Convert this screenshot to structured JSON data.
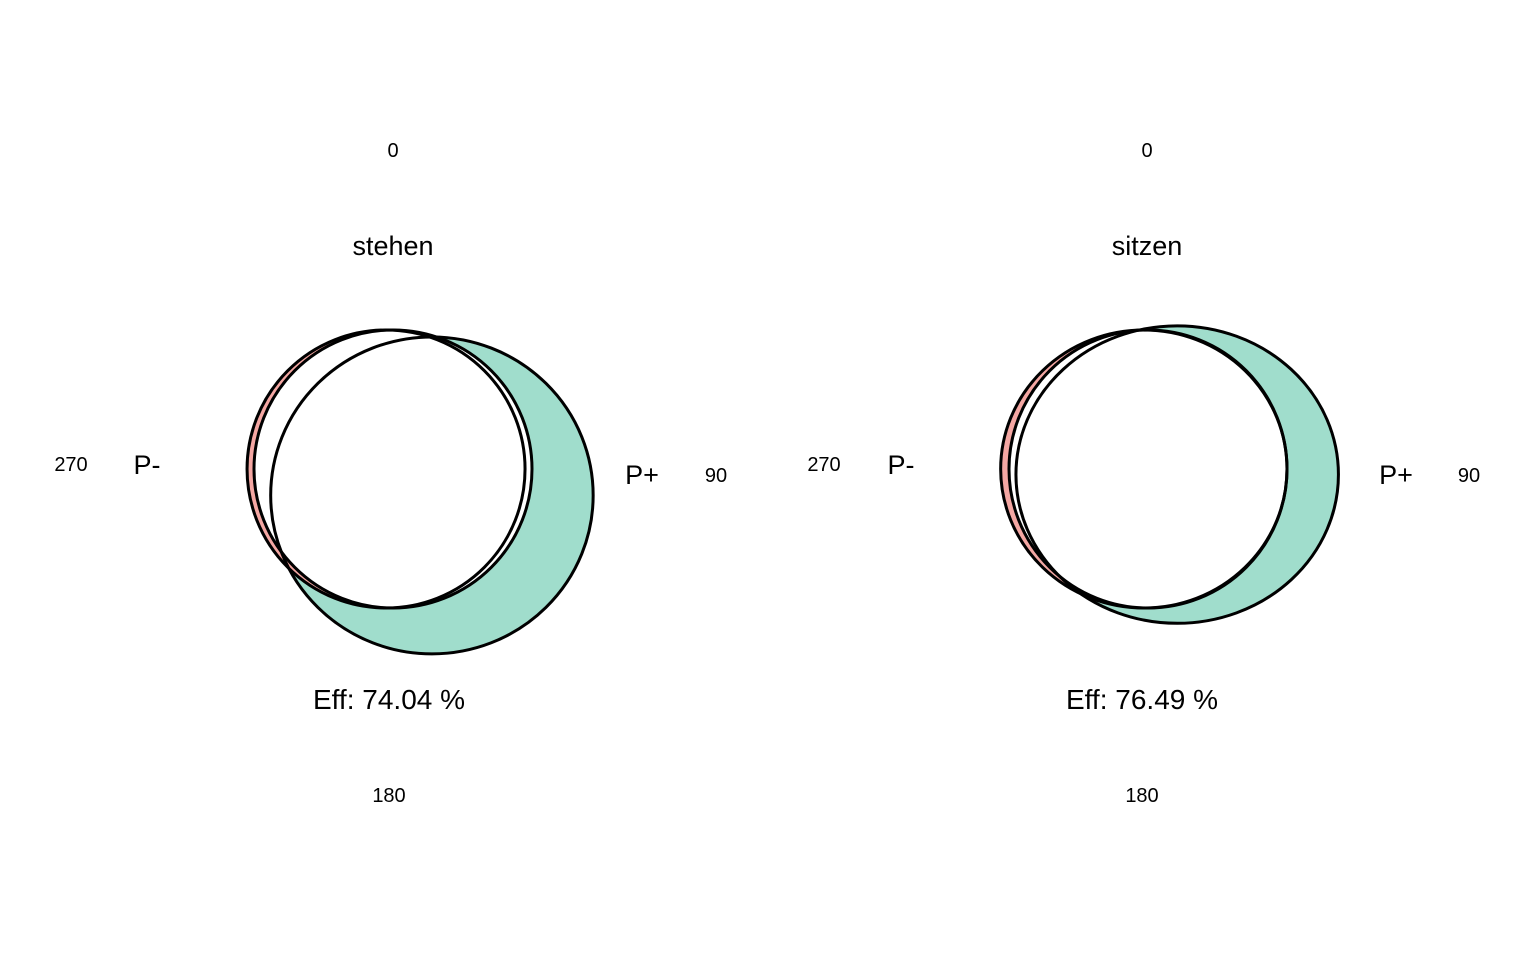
{
  "colors": {
    "positive": "#a0ddcc",
    "negative": "#f4a7a3",
    "ideal": "#ffffff",
    "stroke": "#000000"
  },
  "chart_data": [
    {
      "type": "polar",
      "title": "stehen",
      "efficiency_label": "Eff: 74.04 %",
      "angle_labels": {
        "top": "0",
        "right": "90",
        "bottom": "180",
        "left": "270"
      },
      "pole_labels": {
        "positive": "P+",
        "negative": "P-"
      },
      "curves": [
        {
          "name": "ideal",
          "shape": "circle",
          "center": [
            0,
            0
          ],
          "radius": 1.0
        },
        {
          "name": "P+",
          "shape": "ellipse",
          "center": [
            0.28,
            0.19
          ],
          "rx": 1.16,
          "ry": 1.14
        },
        {
          "name": "P-",
          "shape": "circle",
          "center": [
            -0.05,
            0.0
          ],
          "radius": 1.0
        }
      ]
    },
    {
      "type": "polar",
      "title": "sitzen",
      "efficiency_label": "Eff: 76.49 %",
      "angle_labels": {
        "top": "0",
        "right": "90",
        "bottom": "180",
        "left": "270"
      },
      "pole_labels": {
        "positive": "P+",
        "negative": "P-"
      },
      "curves": [
        {
          "name": "ideal",
          "shape": "circle",
          "center": [
            0,
            0
          ],
          "radius": 1.0
        },
        {
          "name": "P+",
          "shape": "ellipse",
          "center": [
            0.21,
            0.04
          ],
          "rx": 1.16,
          "ry": 1.07
        },
        {
          "name": "P-",
          "shape": "ellipse",
          "center": [
            -0.03,
            0.0
          ],
          "rx": 1.03,
          "ry": 1.0
        }
      ]
    }
  ]
}
